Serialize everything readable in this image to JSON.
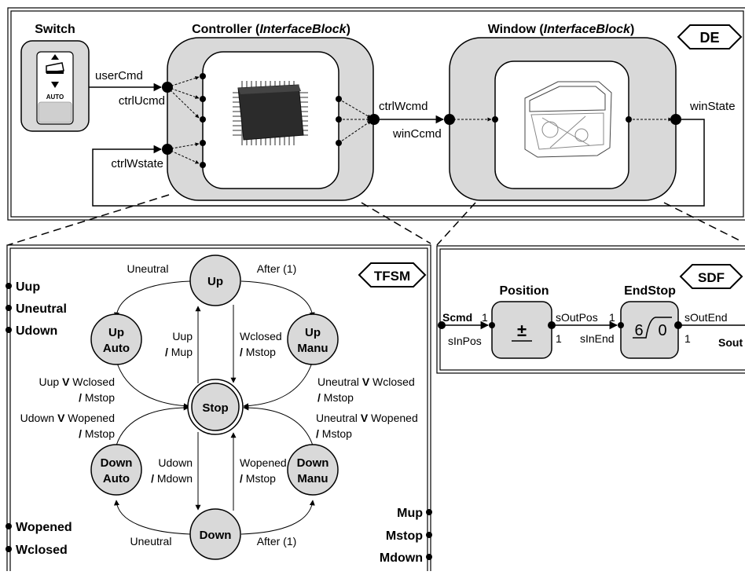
{
  "de": {
    "tag": "DE",
    "switch": {
      "title": "Switch",
      "auto": "AUTO"
    },
    "controller": {
      "title_main": "Controller (",
      "title_italic": "InterfaceBlock",
      "title_end": ")"
    },
    "window": {
      "title_main": "Window (",
      "title_italic": "InterfaceBlock",
      "title_end": ")"
    },
    "ports": {
      "userCmd": "userCmd",
      "ctrlUcmd": "ctrlUcmd",
      "ctrlWstate": "ctrlWstate",
      "ctrlWcmd": "ctrlWcmd",
      "winCcmd": "winCcmd",
      "winState": "winState"
    }
  },
  "tfsm": {
    "tag": "TFSM",
    "inputs": [
      "Uup",
      "Uneutral",
      "Udown",
      "Wopened",
      "Wclosed"
    ],
    "outputs": [
      "Mup",
      "Mstop",
      "Mdown"
    ],
    "states": {
      "up": "Up",
      "up_auto_1": "Up",
      "up_auto_2": "Auto",
      "up_manu_1": "Up",
      "up_manu_2": "Manu",
      "stop": "Stop",
      "down_auto_1": "Down",
      "down_auto_2": "Auto",
      "down_manu_1": "Down",
      "down_manu_2": "Manu",
      "down": "Down"
    },
    "transitions": {
      "up_to_upauto": "Uneutral",
      "up_to_upmanu": "After (1)",
      "stop_up_1": "Uup",
      "stop_up_2": "Mup",
      "up_stop_1": "Wclosed",
      "up_stop_2": "Mstop",
      "upauto_stop_1a": "Uup ",
      "upauto_stop_1b": "V",
      "upauto_stop_1c": " Wclosed",
      "upauto_stop_2": "Mstop",
      "upmanu_stop_1a": "Uneutral ",
      "upmanu_stop_1b": "V",
      "upmanu_stop_1c": " Wclosed",
      "upmanu_stop_2": "Mstop",
      "downauto_stop_1a": "Udown ",
      "downauto_stop_1b": "V",
      "downauto_stop_1c": " Wopened",
      "downauto_stop_2": "Mstop",
      "downmanu_stop_1a": "Uneutral ",
      "downmanu_stop_1b": "V",
      "downmanu_stop_1c": " Wopened",
      "downmanu_stop_2": "Mstop",
      "stop_down_1": "Udown",
      "stop_down_2": "Mdown",
      "down_stop_1": "Wopened",
      "down_stop_2": "Mstop",
      "down_to_downauto": "Uneutral",
      "down_to_downmanu": "After (1)",
      "slash": "/"
    }
  },
  "sdf": {
    "tag": "SDF",
    "position": {
      "title": "Position",
      "symbol": "±"
    },
    "endstop": {
      "title": "EndStop",
      "num": "6",
      "den": "0"
    },
    "labels": {
      "scmd": "Scmd",
      "sinpos": "sInPos",
      "soutpos": "sOutPos",
      "sinend": "sInEnd",
      "soutend": "sOutEnd",
      "sout": "Sout",
      "one": "1"
    }
  }
}
